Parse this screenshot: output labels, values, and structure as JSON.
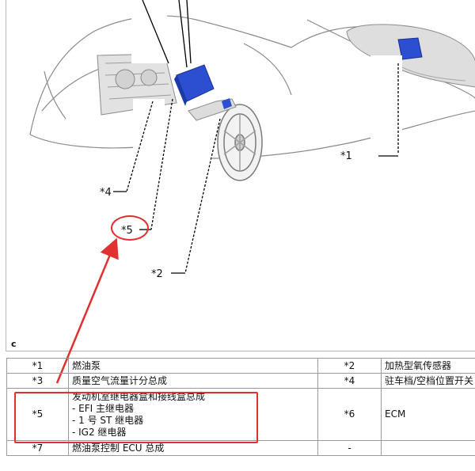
{
  "corner_label": "c",
  "callouts": {
    "c1": "*1",
    "c2": "*2",
    "c4": "*4",
    "c5": "*5"
  },
  "legend": {
    "rows": [
      {
        "k1": "*1",
        "v1": "燃油泵",
        "k2": "*2",
        "v2": "加热型氧传感器"
      },
      {
        "k1": "*3",
        "v1": "质量空气流量计分总成",
        "k2": "*4",
        "v2": "驻车档/空档位置开关"
      },
      {
        "k1": "*5",
        "v1_lines": [
          "发动机室继电器盒和接线盒总成",
          "- EFI 主继电器",
          "- 1 号 ST 继电器",
          "- IG2 继电器"
        ],
        "k2": "*6",
        "v2": "ECM"
      },
      {
        "k1": "*7",
        "v1": "燃油泵控制 ECU 总成",
        "k2": "-",
        "v2": ""
      }
    ]
  },
  "colors": {
    "highlight": "#e03030",
    "component_blue": "#2b4fd0",
    "line": "#000000"
  }
}
